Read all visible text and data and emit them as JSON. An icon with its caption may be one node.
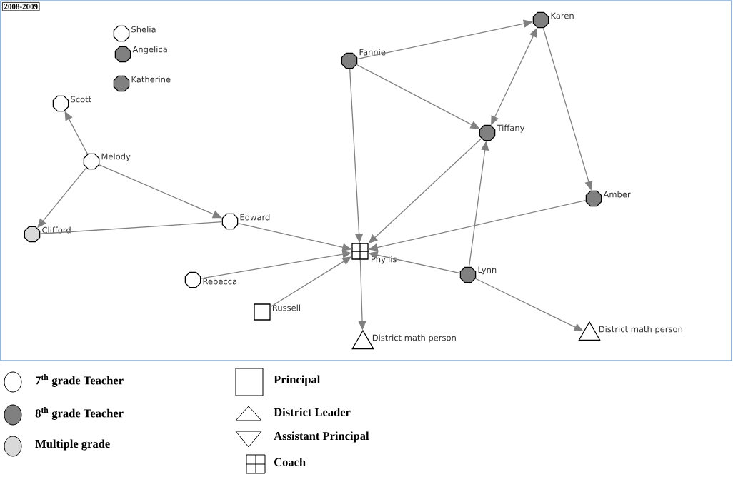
{
  "diagram": {
    "nodes": [
      {
        "text": [
          "Shelia"
        ]
      },
      {
        "text": [
          "Karen"
        ]
      },
      {
        "text": [
          "Angelica"
        ]
      },
      {
        "text": [
          "Fannie"
        ]
      },
      {
        "text": [
          "Katherine"
        ]
      },
      {
        "text": [
          "Scott"
        ]
      },
      {
        "text": [
          "Tiffany"
        ]
      },
      {
        "text": [
          "Melody"
        ]
      },
      {
        "text": [
          "Amber"
        ]
      },
      {
        "text": [
          "Edward"
        ]
      },
      {
        "text": [
          "Clifford"
        ]
      },
      {
        "text": [
          "Phyllis"
        ]
      },
      {
        "text": [
          "Rebecca"
        ]
      },
      {
        "text": [
          "Lynn"
        ]
      },
      {
        "text": [
          "Russell"
        ]
      },
      {
        "text": [
          "District math person"
        ]
      },
      {
        "text": [
          "District math person"
        ]
      }
    ],
    "edges": [
      {
        "from": 3,
        "to": 1,
        "arrow": "to"
      },
      {
        "from": 1,
        "to": 6,
        "arrow": "both"
      },
      {
        "from": 3,
        "to": 6,
        "arrow": "to"
      },
      {
        "from": 1,
        "to": 8,
        "arrow": "to"
      },
      {
        "from": 3,
        "to": 11,
        "arrow": "to"
      },
      {
        "from": 6,
        "to": 11,
        "arrow": "to"
      },
      {
        "from": 13,
        "to": 6,
        "arrow": "to"
      },
      {
        "from": 8,
        "to": 11,
        "arrow": "to"
      },
      {
        "from": 13,
        "to": 11,
        "arrow": "to"
      },
      {
        "from": 7,
        "to": 5,
        "arrow": "to"
      },
      {
        "from": 7,
        "to": 10,
        "arrow": "to"
      },
      {
        "from": 7,
        "to": 9,
        "arrow": "to"
      },
      {
        "from": 9,
        "to": 10,
        "arrow": "none"
      },
      {
        "from": 9,
        "to": 11,
        "arrow": "to"
      },
      {
        "from": 12,
        "to": 11,
        "arrow": "to"
      },
      {
        "from": 14,
        "to": 11,
        "arrow": "to"
      },
      {
        "from": 11,
        "to": 15,
        "arrow": "to"
      },
      {
        "from": 13,
        "to": 16,
        "arrow": "to"
      }
    ],
    "labels": [
      "2008-2009"
    ],
    "legend": [
      {
        "text": "7$^{th}$ grade Teacher"
      },
      {
        "text": "8$^{th}$ grade Teacher",
        "color": "#808080"
      },
      {
        "text": "Multiple grade",
        "color": "#d9d9d9"
      },
      {
        "text": "Principal"
      },
      {
        "text": "District Leader"
      },
      {
        "text": "Assistant Principal"
      },
      {
        "text": "Coach"
      }
    ]
  }
}
